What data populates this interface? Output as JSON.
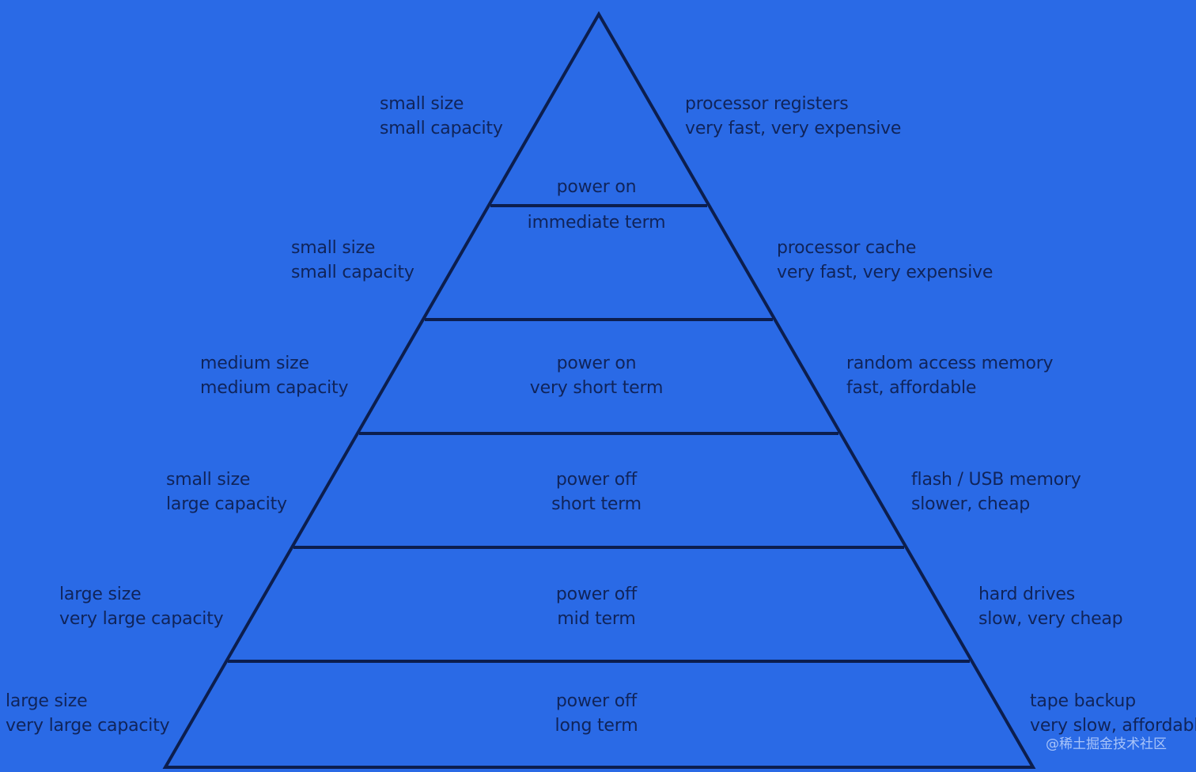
{
  "tiers": [
    {
      "size": "small size",
      "capacity": "small capacity",
      "power": "power on",
      "term": "immediate term",
      "device": "processor registers",
      "traits": "very fast, very expensive"
    },
    {
      "size": "small size",
      "capacity": "small capacity",
      "device": "processor cache",
      "traits": "very fast, very expensive"
    },
    {
      "size": "medium size",
      "capacity": "medium capacity",
      "power": "power on",
      "term": "very short term",
      "device": "random access memory",
      "traits": "fast, affordable"
    },
    {
      "size": "small size",
      "capacity": "large capacity",
      "power": "power off",
      "term": "short term",
      "device": "flash / USB memory",
      "traits": "slower, cheap"
    },
    {
      "size": "large size",
      "capacity": "very large capacity",
      "power": "power off",
      "term": "mid term",
      "device": "hard drives",
      "traits": "slow, very cheap"
    },
    {
      "size": "large size",
      "capacity": "very large capacity",
      "power": "power off",
      "term": "long term",
      "device": "tape backup",
      "traits": "very slow, affordable"
    }
  ],
  "watermark": "@稀土掘金技术社区",
  "colors": {
    "background": "#2a6ae6",
    "line": "#0c1e4e",
    "text": "#10245a"
  }
}
